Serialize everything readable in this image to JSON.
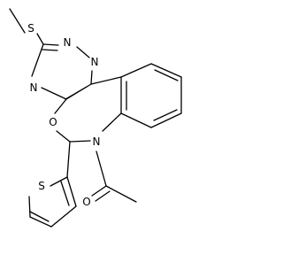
{
  "structure": {
    "atoms": [
      {
        "id": "s-methylthio",
        "label": "S"
      },
      {
        "id": "n-triazine-2",
        "label": "N"
      },
      {
        "id": "n-triazine-3",
        "label": "N"
      },
      {
        "id": "n-triazine-4",
        "label": "N"
      },
      {
        "id": "o-ring",
        "label": "O"
      },
      {
        "id": "n-amide",
        "label": "N"
      },
      {
        "id": "o-carbonyl",
        "label": "O"
      },
      {
        "id": "s-thiophene",
        "label": "S"
      }
    ],
    "colors": {
      "bond": "#000000",
      "label": "#000000",
      "background": "#ffffff"
    }
  }
}
